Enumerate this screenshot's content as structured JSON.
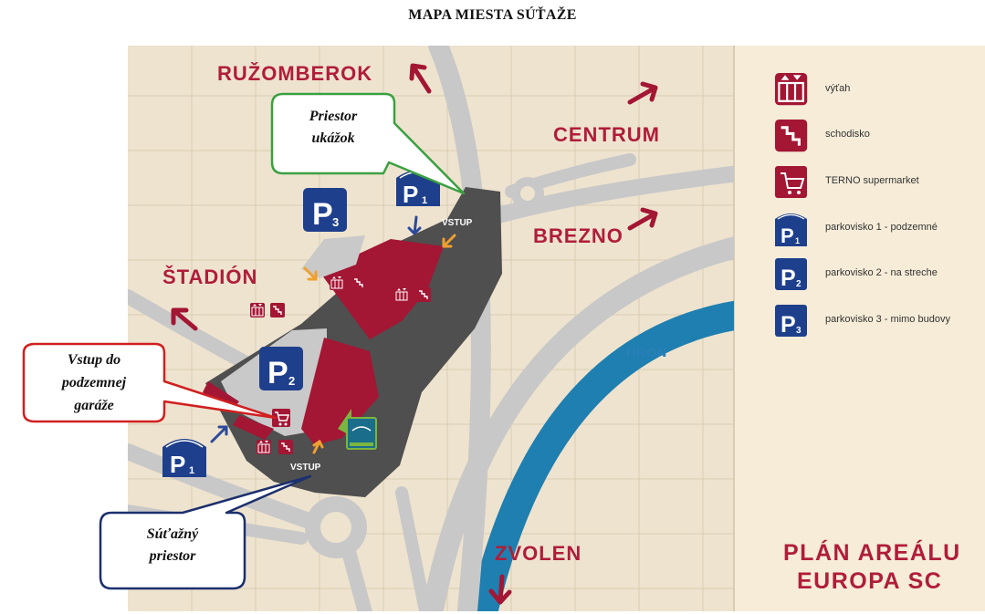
{
  "title": "MAPA MIESTA SÚŤAŽE",
  "cities": {
    "ruzomberok": "RUŽOMBEROK",
    "centrum": "CENTRUM",
    "brezno": "BREZNO",
    "stadion": "ŠTADIÓN",
    "zvolen": "ZVOLEN"
  },
  "river": "HRON",
  "entrances": {
    "north": "VSTUP",
    "south": "VSTUP"
  },
  "plan": {
    "line1": "PLÁN AREÁLU",
    "line2": "EUROPA SC"
  },
  "callouts": {
    "showcase": {
      "line1": "Priestor",
      "line2": "ukážok"
    },
    "garage": {
      "line1": "Vstup do",
      "line2": "podzemnej",
      "line3": "garáže"
    },
    "competition": {
      "line1": "Súťažný",
      "line2": "priestor"
    }
  },
  "parking": {
    "letter": "P",
    "p1": "1",
    "p2": "2",
    "p3": "3"
  },
  "legend": [
    {
      "icon": "elevator-icon",
      "label": "výťah"
    },
    {
      "icon": "stairs-icon",
      "label": "schodisko"
    },
    {
      "icon": "cart-icon",
      "label": "TERNO supermarket"
    },
    {
      "icon": "parking-underground-icon",
      "label": "parkovisko 1 - podzemné"
    },
    {
      "icon": "parking-roof-icon",
      "label": "parkovisko 2 - na streche"
    },
    {
      "icon": "parking-outside-icon",
      "label": "parkovisko 3 - mimo budovy"
    }
  ],
  "colors": {
    "background": "#eee3cf",
    "road": "#c8c8c8",
    "building": "#a31634",
    "paved": "#4f4f4f",
    "river": "#1e7fb0",
    "parking": "#1e3f8c",
    "accent_red": "#b01d3a"
  }
}
